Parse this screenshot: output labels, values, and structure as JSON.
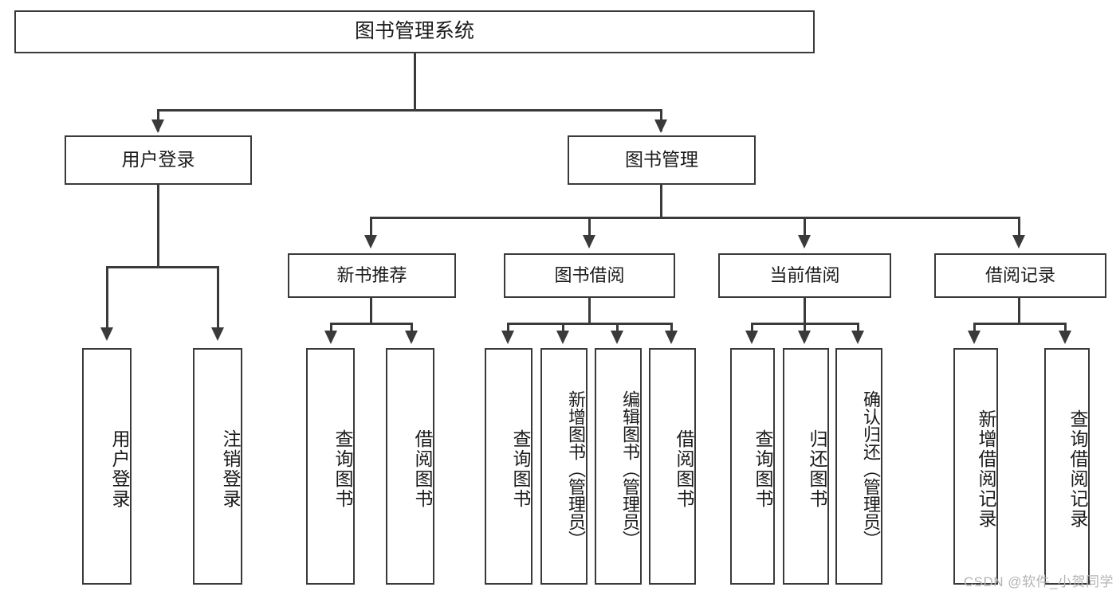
{
  "diagram": {
    "type": "tree",
    "title": "图书管理系统",
    "root": {
      "label": "图书管理系统"
    },
    "level2": [
      {
        "label": "用户登录"
      },
      {
        "label": "图书管理"
      }
    ],
    "level3": [
      {
        "label": "新书推荐"
      },
      {
        "label": "图书借阅"
      },
      {
        "label": "当前借阅"
      },
      {
        "label": "借阅记录"
      }
    ],
    "leaves": {
      "user_login": [
        {
          "label": "用户登录"
        },
        {
          "label": "注销登录"
        }
      ],
      "new_book_recommend": [
        {
          "label": "查询图书"
        },
        {
          "label": "借阅图书"
        }
      ],
      "book_borrow": [
        {
          "label": "查询图书"
        },
        {
          "label": "新增图书（管理员）"
        },
        {
          "label": "编辑图书（管理员）"
        },
        {
          "label": "借阅图书"
        }
      ],
      "current_borrow": [
        {
          "label": "查询图书"
        },
        {
          "label": "归还图书"
        },
        {
          "label": "确认归还（管理员）"
        }
      ],
      "borrow_record": [
        {
          "label": "新增借阅记录"
        },
        {
          "label": "查询借阅记录"
        }
      ]
    }
  },
  "watermark": {
    "text": "CSDN @软件_小贺同学"
  },
  "colors": {
    "stroke": "#3a3a3a",
    "background": "#ffffff",
    "text": "#1a1a1a",
    "watermark": "#b4b4b4"
  }
}
